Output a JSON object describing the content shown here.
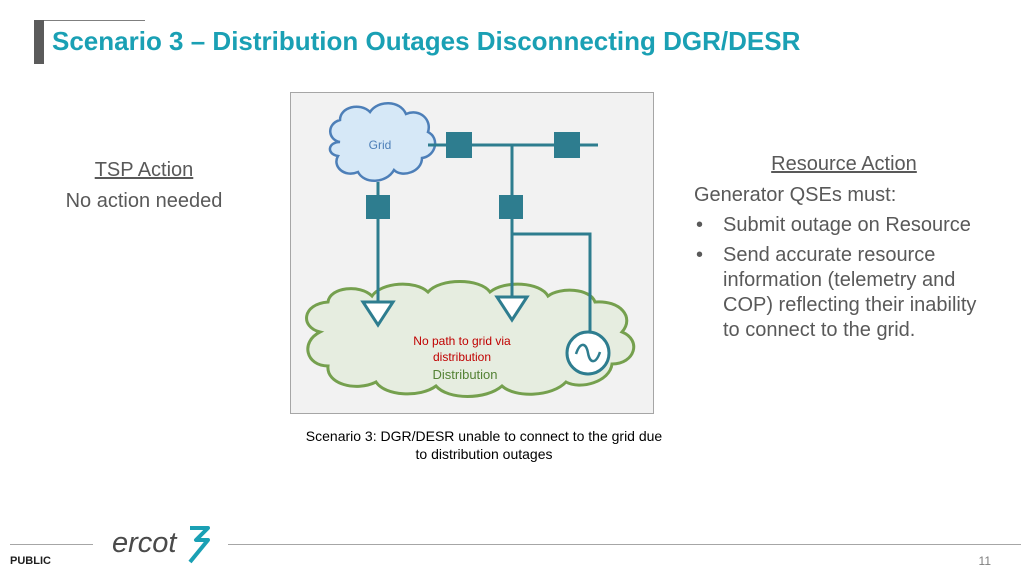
{
  "title": "Scenario 3 – Distribution Outages Disconnecting DGR/DESR",
  "tsp": {
    "heading": "TSP Action",
    "text": "No action needed"
  },
  "resource": {
    "heading": "Resource Action",
    "intro": "Generator QSEs must:",
    "bullets": [
      {
        "line1": "Submit outage on Resource"
      },
      {
        "lines": [
          "Send accurate resource",
          "information (telemetry and",
          "COP) reflecting their inability",
          "to connect to the grid."
        ]
      }
    ]
  },
  "diagram": {
    "grid_label": "Grid",
    "no_path_label_1": "No path to grid via",
    "no_path_label_2": "distribution",
    "distribution_label": "Distribution",
    "colors": {
      "bus": "#2e7d8f",
      "cloud_blue_fill": "#d6e8f7",
      "cloud_blue_stroke": "#4d7fb8",
      "cloud_green_fill": "#e6ede0",
      "cloud_green_stroke": "#75a04e",
      "alert_text": "#c00000"
    }
  },
  "caption": {
    "line1": "Scenario 3: DGR/DESR unable to connect to the grid due",
    "line2": "to distribution outages"
  },
  "footer": {
    "logo_text": "ercot",
    "public_label": "PUBLIC",
    "page_number": "11"
  }
}
